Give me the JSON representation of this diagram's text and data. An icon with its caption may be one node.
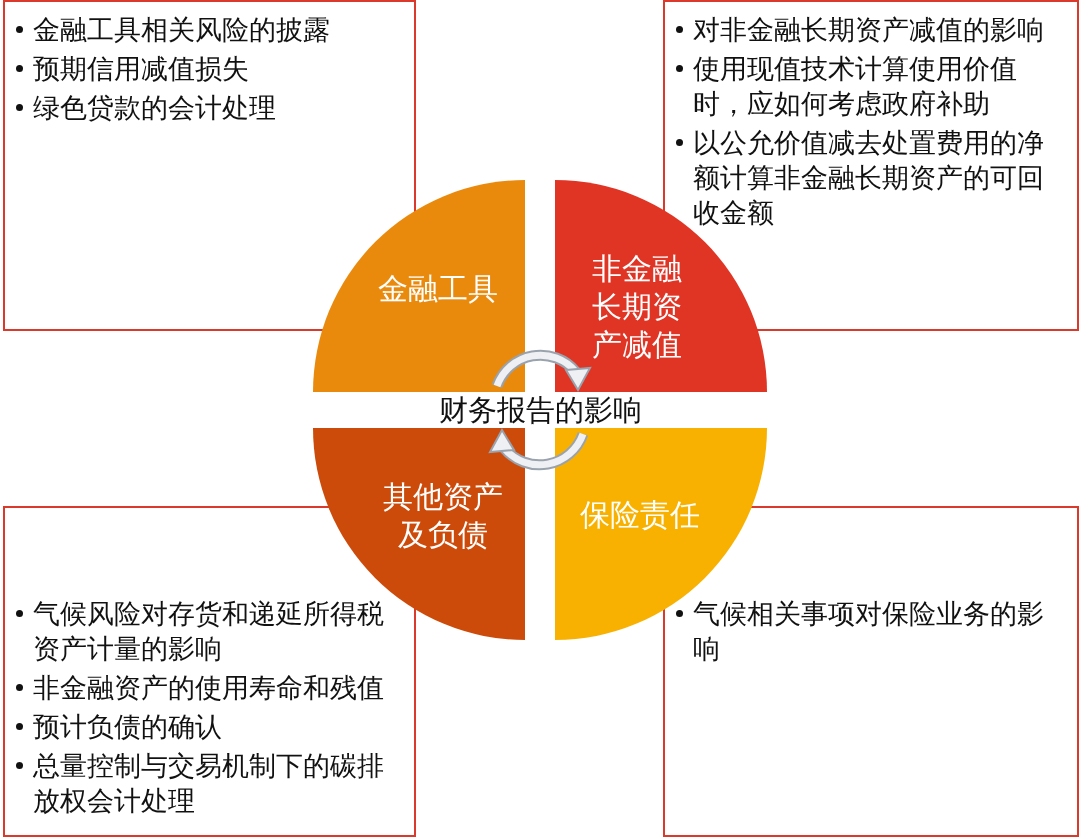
{
  "diagram": {
    "nodes": [
      {
        "text": [
          "金融工具相关风险的披露",
          "预期信用减值损失",
          "绿色贷款的会计处理"
        ]
      },
      {
        "text": [
          "对非金融长期资产减值的影响",
          "使用现值技术计算使用价值时，应如何考虑政府补助",
          "以公允价值减去处置费用的净额计算非金融长期资产的可回收金额"
        ]
      },
      {
        "text": [
          "金融工具"
        ]
      },
      {
        "text": [
          "非金融长期资产减值"
        ]
      },
      {
        "text": [
          "财务报告的影响"
        ]
      },
      {
        "text": [
          "其他资产及负债"
        ]
      },
      {
        "text": [
          "保险责任"
        ]
      },
      {
        "text": [
          "气候风险对存货和递延所得税资产计量的影响",
          "非金融资产的使用寿命和残值",
          "预计负债的确认",
          "总量控制与交易机制下的碳排放权会计处理"
        ]
      },
      {
        "text": [
          "气候相关事项对保险业务的影响"
        ]
      }
    ]
  }
}
